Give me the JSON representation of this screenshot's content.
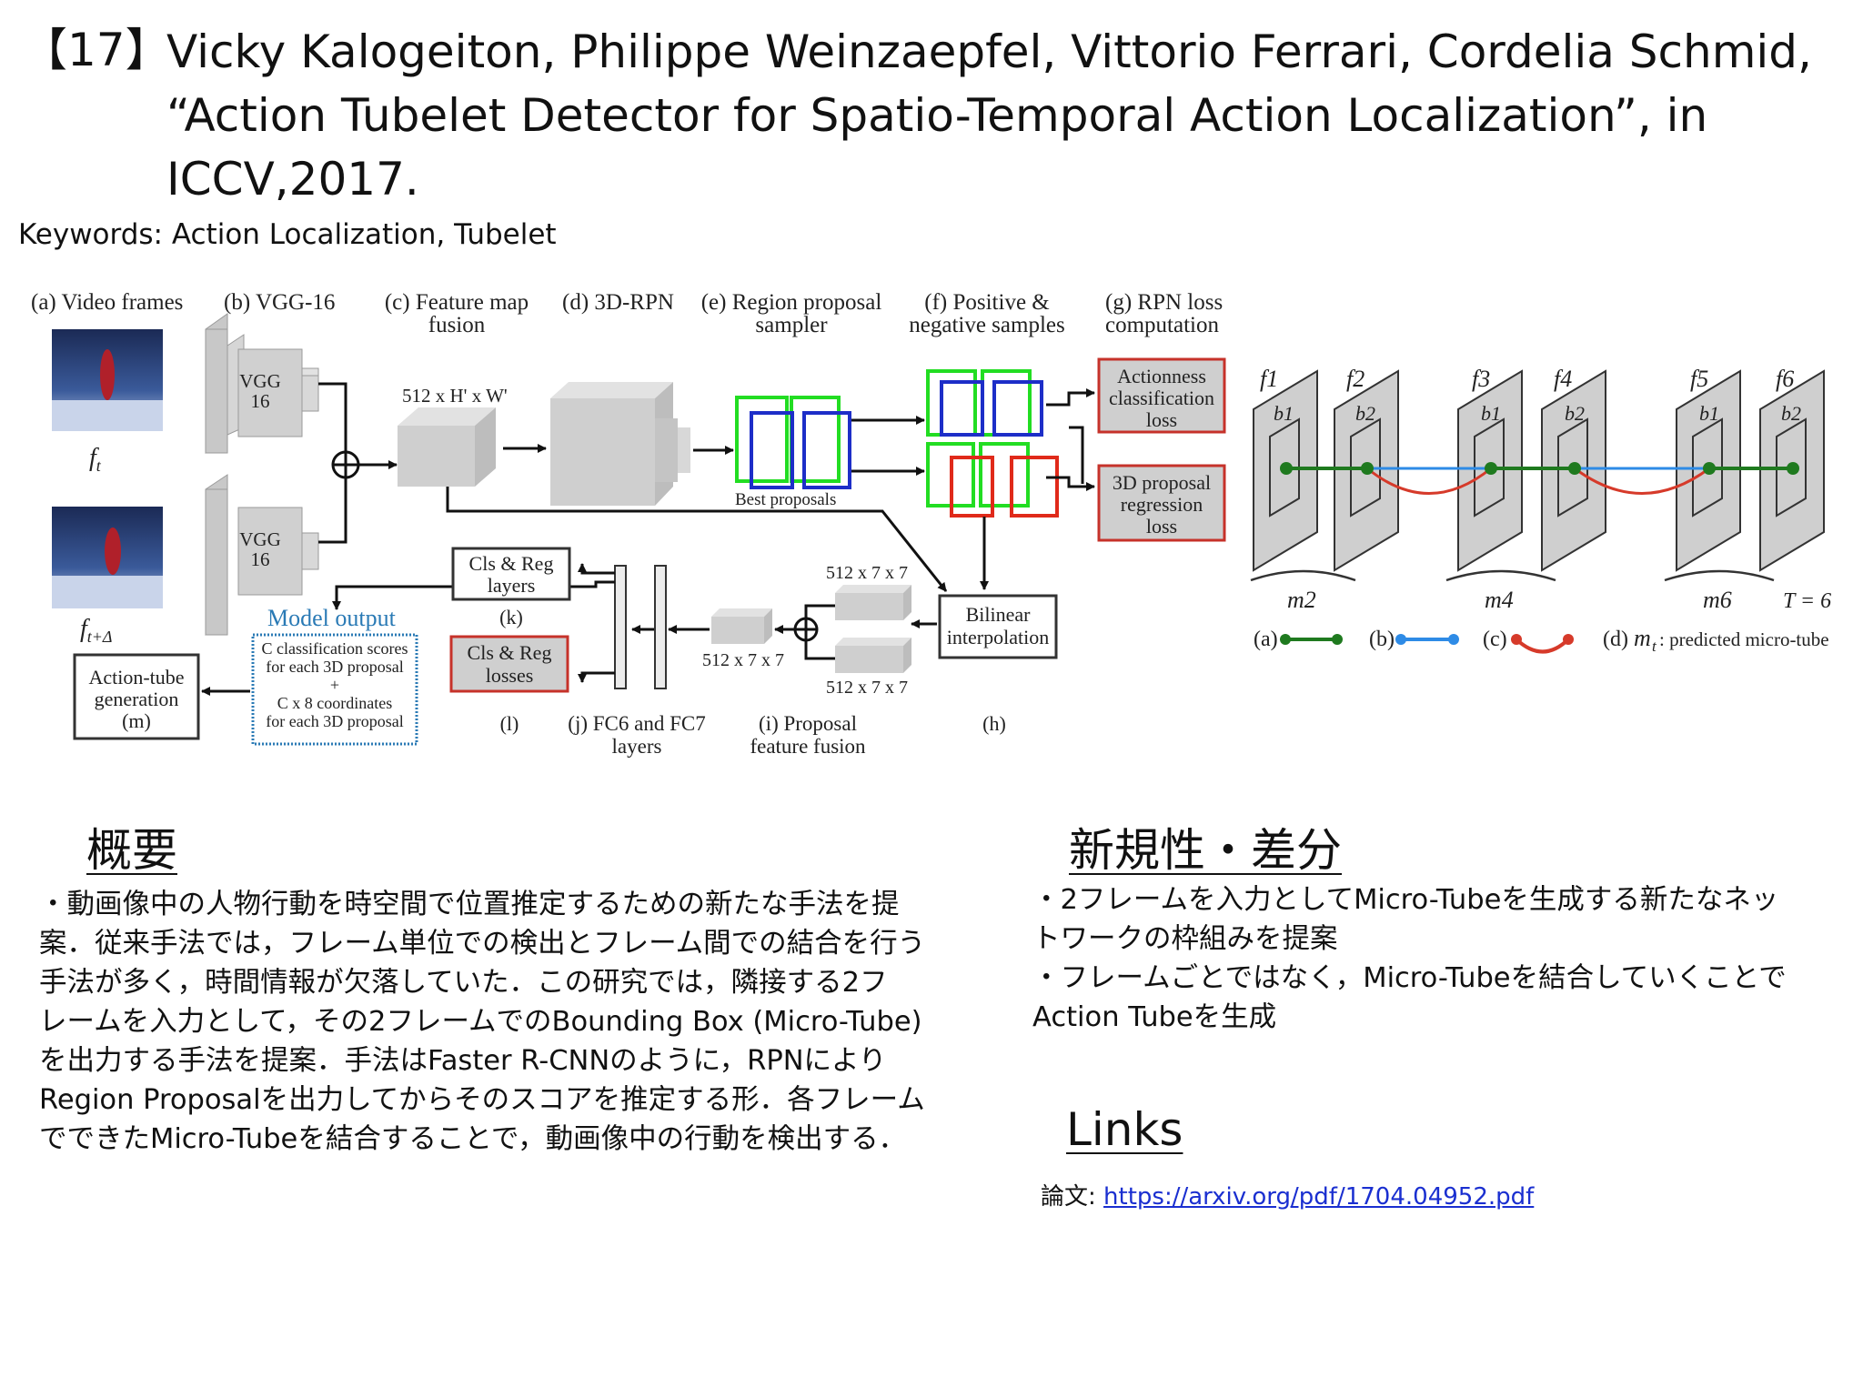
{
  "header": {
    "ref_number": "【17】",
    "title_lines": [
      "Vicky Kalogeiton, Philippe Weinzaepfel, Vittorio Ferrari, Cordelia Schmid,",
      "“Action Tubelet Detector for Spatio-Temporal Action Localization”, in",
      "ICCV,2017."
    ],
    "keywords": "Keywords: Action Localization, Tubelet"
  },
  "figure": {
    "stage_labels": {
      "a": [
        "(a) Video frames"
      ],
      "b": [
        "(b) VGG-16"
      ],
      "c": [
        "(c) Feature map",
        "fusion"
      ],
      "d": [
        "(d) 3D-RPN"
      ],
      "e": [
        "(e) Region  proposal",
        "sampler"
      ],
      "f": [
        "(f) Positive &",
        "negative samples"
      ],
      "g": [
        "(g) RPN loss",
        "computation"
      ]
    },
    "frame_labels": [
      "f",
      "t",
      "f",
      "t+Δ"
    ],
    "vgg_label": [
      "VGG",
      "16"
    ],
    "feature_dim": "512 x  H' x W'",
    "best_proposals": "Best proposals",
    "actionness_loss": [
      "Actionness",
      "classification",
      "loss"
    ],
    "proposal_loss": [
      "3D proposal",
      "regression",
      "loss"
    ],
    "cls_reg_layers": [
      "Cls & Reg",
      "layers"
    ],
    "cls_reg_losses": [
      "Cls & Reg",
      "losses"
    ],
    "k_label": "(k)",
    "l_label": "(l)",
    "h_label": "(h)",
    "fc_label": [
      "(j) FC6 and FC7",
      "layers"
    ],
    "proposal_fusion": [
      "(i) Proposal",
      "feature fusion"
    ],
    "bilinear": [
      "Bilinear",
      "interpolation"
    ],
    "dims_fused": "512 x  7 x 7",
    "dims_top": "512 x  7 x 7",
    "dims_bottom": "512 x  7 x 7",
    "model_output_title": "Model output",
    "model_output_lines": [
      "C classification scores",
      "for each 3D proposal",
      "+",
      "C x 8 coordinates",
      "for each 3D proposal"
    ],
    "action_tube": [
      "Action-tube",
      "generation",
      "(m)"
    ],
    "tube_frames": [
      "f1",
      "f2",
      "f3",
      "f4",
      "f5",
      "f6"
    ],
    "tube_boxes": [
      "b1",
      "b2",
      "b1",
      "b2",
      "b1",
      "b2"
    ],
    "micro_tubes": [
      "m2",
      "m4",
      "m6"
    ],
    "t_label": "T = 6",
    "legend": [
      "(a)",
      "(b)",
      "(c)",
      "(d)"
    ],
    "legend_d_text": "m",
    "legend_d_sub": "t",
    "legend_d_rest": ": predicted micro-tube",
    "colors": {
      "green": "#1f7a1f",
      "blue": "#2e8be6",
      "red": "#d63a2a",
      "proposal_green": "#22dd22",
      "proposal_blue": "#1d2ec8",
      "proposal_red": "#e02a1a",
      "model_output_border": "#2a7ab5"
    }
  },
  "overview": {
    "heading": "概要",
    "lines": [
      "・動画像中の人物行動を時空間で位置推定するための新たな手法を提",
      "案．従来手法では，フレーム単位での検出とフレーム間での結合を行う",
      "手法が多く，時間情報が欠落していた．この研究では，隣接する2フ",
      "レームを入力として，その2フレームでのBounding Box (Micro-Tube)",
      "を出力する手法を提案．手法はFaster R-CNNのように，RPNにより",
      "Region Proposalを出力してからそのスコアを推定する形．各フレーム",
      "でできたMicro-Tubeを結合することで，動画像中の行動を検出する．"
    ]
  },
  "novelty": {
    "heading": "新規性・差分",
    "lines": [
      "・2フレームを入力としてMicro-Tubeを生成する新たなネッ",
      "トワークの枠組みを提案",
      "・フレームごとではなく，Micro-Tubeを結合していくことで",
      "Action Tubeを生成"
    ]
  },
  "links": {
    "heading": "Links",
    "label": "論文: ",
    "url": "https://arxiv.org/pdf/1704.04952.pdf"
  }
}
